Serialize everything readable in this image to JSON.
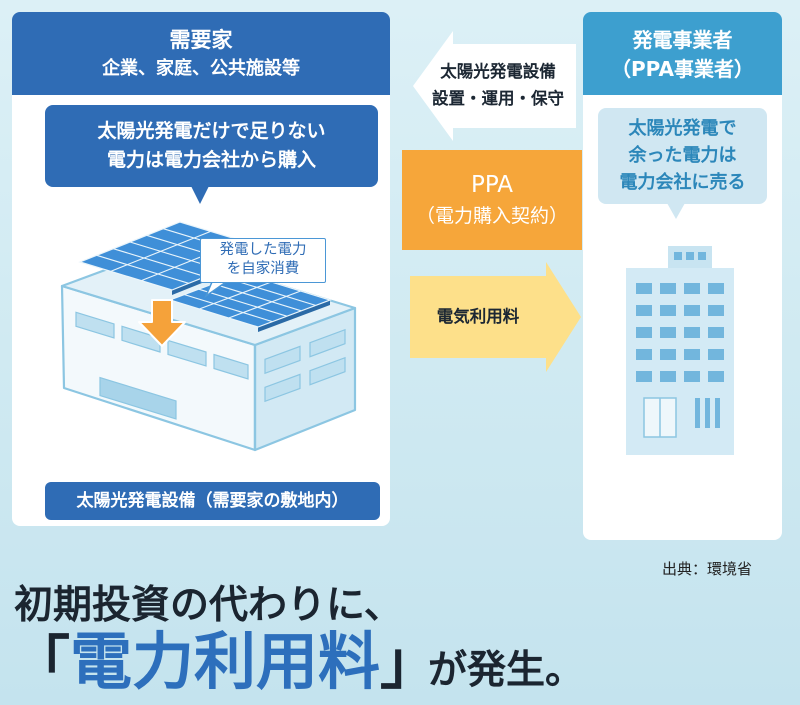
{
  "demand_side": {
    "title": "需要家",
    "subtitle": "企業、家庭、公共施設等",
    "bubble": {
      "line1": "太陽光発電だけで足りない",
      "line2": "電力は電力会社から購入"
    },
    "callout": {
      "line1": "発電した電力",
      "line2": "を自家消費"
    },
    "facility_label": "太陽光発電設備（需要家の敷地内）"
  },
  "ppa_provider": {
    "title": "発電事業者",
    "subtitle": "（PPA事業者）",
    "bubble": {
      "line1": "太陽光発電で",
      "line2": "余った電力は",
      "line3": "電力会社に売る"
    }
  },
  "flows": {
    "service": {
      "line1": "太陽光発電設備",
      "line2": "設置・運用・保守"
    },
    "contract": {
      "title": "PPA",
      "subtitle": "（電力購入契約）"
    },
    "payment": "電気利用料"
  },
  "source": "出典：環境省",
  "headline": {
    "line1": "初期投資の代わりに、",
    "bracket_open": "「",
    "emphasis": "電力利用料",
    "bracket_close": "」",
    "line2_suffix": "が発生。"
  },
  "colors": {
    "demand_header": "#2f6cb5",
    "provider_header": "#3d9fcf",
    "contract_box": "#f6a63a",
    "payment_arrow": "#fde08a",
    "self_consumption_arrow": "#f5a23a",
    "emphasis_text": "#2d6fbc",
    "provider_bubble": "#d0e7f2",
    "provider_bubble_text": "#2c87ba"
  }
}
